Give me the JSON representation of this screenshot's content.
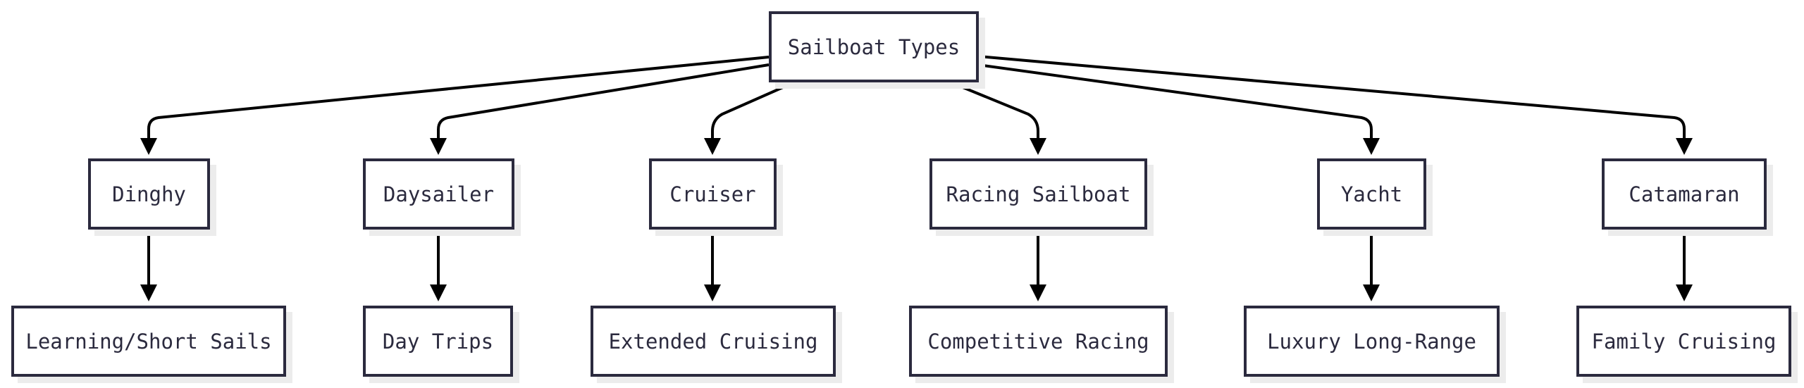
{
  "diagram": {
    "root": {
      "label": "Sailboat Types"
    },
    "types": [
      {
        "label": "Dinghy",
        "use": "Learning/Short Sails"
      },
      {
        "label": "Daysailer",
        "use": "Day Trips"
      },
      {
        "label": "Cruiser",
        "use": "Extended Cruising"
      },
      {
        "label": "Racing Sailboat",
        "use": "Competitive Racing"
      },
      {
        "label": "Yacht",
        "use": "Luxury Long-Range"
      },
      {
        "label": "Catamaran",
        "use": "Family Cruising"
      }
    ]
  },
  "colors": {
    "stroke": "#2b2a3e",
    "edge": "#000000",
    "shadow": "#ececec"
  }
}
